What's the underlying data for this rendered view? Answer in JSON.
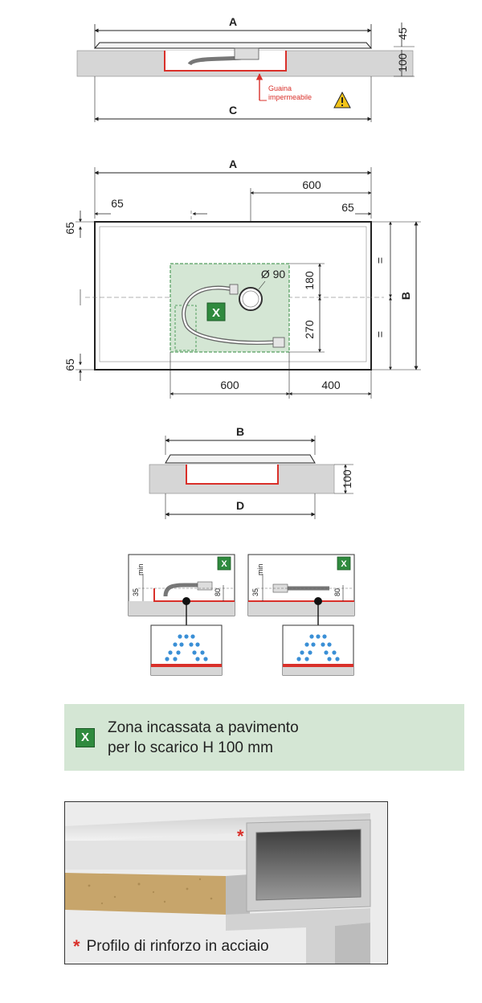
{
  "section_view_length": {
    "label_top": "A",
    "label_bottom": "C",
    "dim_45": "45",
    "dim_100": "100",
    "warning_label_line1": "Guaina",
    "warning_label_line2": "impermeabile"
  },
  "plan_view": {
    "label_top": "A",
    "dim_600_top": "600",
    "dim_65_left": "65",
    "dim_65_right": "65",
    "dim_65_side_top": "65",
    "dim_65_side_bottom": "65",
    "dim_diameter": "Ø 90",
    "dim_180": "180",
    "dim_270": "270",
    "dim_600_bottom": "600",
    "dim_400_bottom": "400",
    "label_side": "B",
    "equal_top": "=",
    "equal_bottom": "=",
    "zone_badge": "X"
  },
  "section_view_width": {
    "label_top": "B",
    "label_bottom": "D",
    "dim_100": "100"
  },
  "drain_details": [
    {
      "badge": "X",
      "dim_35": "35",
      "dim_min": "min",
      "dim_80": "80"
    },
    {
      "badge": "X",
      "dim_35": "35",
      "dim_min": "min",
      "dim_80": "80"
    }
  ],
  "legend": {
    "badge": "X",
    "line1": "Zona incassata a pavimento",
    "line2": "per lo scarico H 100 mm"
  },
  "photo": {
    "star": "*",
    "caption": "Profilo di rinforzo in acciaio"
  },
  "colors": {
    "accent_red": "#d9302a",
    "zone_green": "#2f8a3e",
    "legend_bg": "#d4e6d4",
    "water_blue": "#3a8fd6",
    "floor_grey": "#d6d6d6"
  }
}
